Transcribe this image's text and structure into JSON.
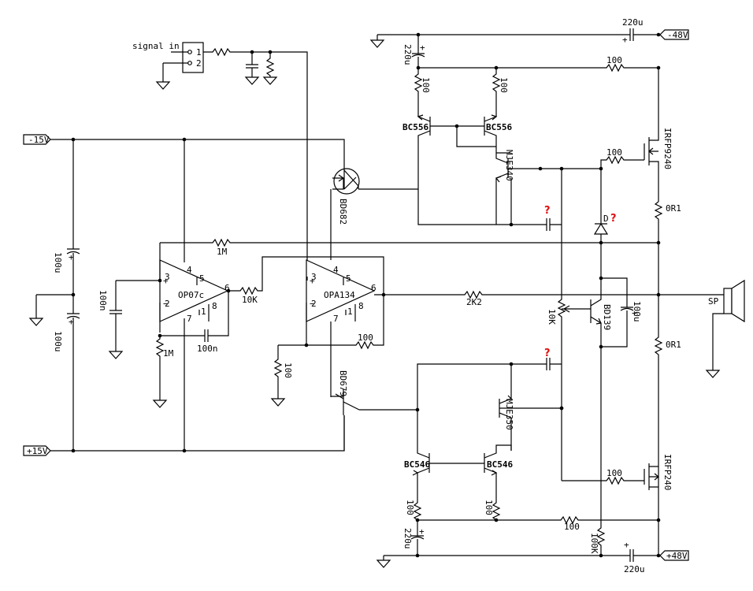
{
  "title": "",
  "signal_in": {
    "label": "signal in",
    "pin1": "1",
    "pin2": "2"
  },
  "rails": {
    "neg15": "-15V",
    "pos15": "+15V",
    "neg48": "-48V",
    "pos48": "+48V"
  },
  "opamp1": {
    "name": "OP07c",
    "p3": "3",
    "p2": "2",
    "p4": "4",
    "p5": "5",
    "p6": "6",
    "p7": "7",
    "p1": "1",
    "p8": "8"
  },
  "opamp2": {
    "name": "OPA134",
    "p3": "3",
    "p2": "2",
    "p4": "4",
    "p5": "5",
    "p6": "6",
    "p7": "7",
    "p1": "1",
    "p8": "8"
  },
  "components": {
    "c_100u_top": "100u",
    "c_100u_bot": "100u",
    "c_100n_in": "100n",
    "r_1m_gnd": "1M",
    "c_100n_fb": "100n",
    "r_1m_fb": "1M",
    "r_10k_1": "10K",
    "r_100_fb": "100",
    "r_100_gnd": "100",
    "r_2k2": "2K2",
    "q_bd682": "BD682",
    "q_bd679": "BD679",
    "c_220u_top": "220u",
    "r_100_tl": "100",
    "r_100_tr": "100",
    "q_bc556_l": "BC556",
    "q_bc556_r": "BC556",
    "q_mje340": "MJE340",
    "r_100_top": "100",
    "r_100_gate_top": "100",
    "m_irfp9240": "IRFP9240",
    "r_0r1_top": "0R1",
    "cap_q_top": "?",
    "diode_d": "D",
    "diode_q": "?",
    "pot_10k": "10K",
    "q_bd139": "BD139",
    "c_100u_vbe": "100u",
    "sp": "SP",
    "r_0r1_bot": "0R1",
    "cap_q_bot": "?",
    "q_mje350": "MJE350",
    "q_bc546_l": "BC546",
    "q_bc546_r": "BC546",
    "r_100_gate_bot": "100",
    "m_irfp240": "IRFP240",
    "r_100_bl": "100",
    "r_100_br": "100",
    "r_100_bot": "100",
    "c_220u_left": "220u",
    "r_100k": "100K",
    "c_220u_bot": "220u"
  }
}
